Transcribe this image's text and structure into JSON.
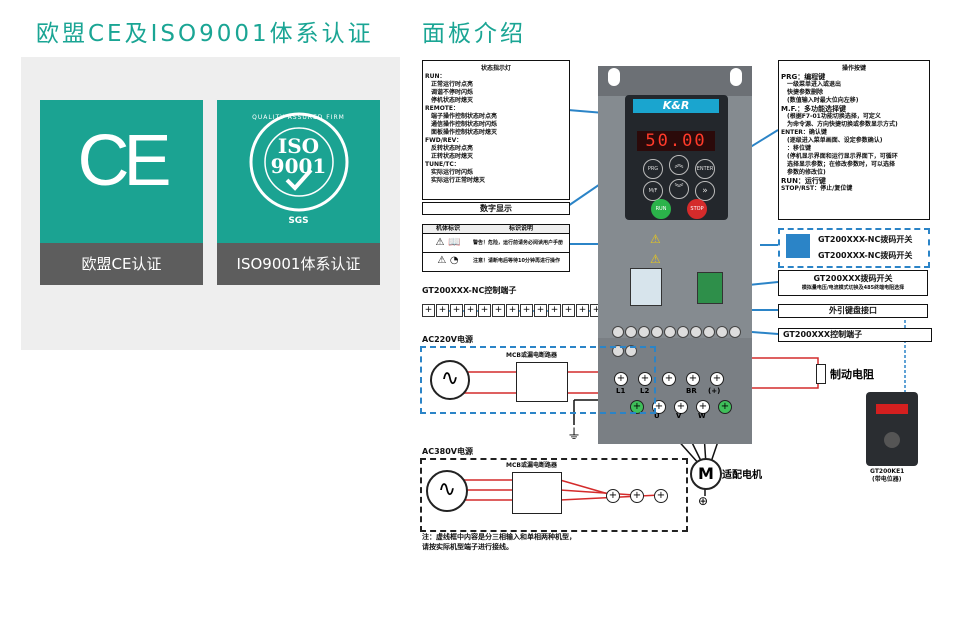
{
  "left_heading": "欧盟CE及ISO9001体系认证",
  "right_heading": "面板介绍",
  "certs": {
    "ce_logo": "CE",
    "ce_caption": "欧盟CE认证",
    "iso_top": "ISO",
    "iso_num": "9001",
    "iso_ring": "QUALITY ASSURED FIRM",
    "iso_sgs": "SGS",
    "iso_caption": "ISO9001体系认证"
  },
  "status_box": {
    "title": "状态指示灯",
    "lines": [
      "RUN：",
      "正常运行时点亮",
      "调谐不停时闪烁",
      "停机状态时熄灭",
      "REMOTE：",
      "端子操作控制状态时点亮",
      "通信操作控制状态时闪烁",
      "面板操作控制状态时熄灭",
      "FWD/REV：",
      "反转状态时点亮",
      "正转状态时熄灭",
      "TUNE/TC：",
      "实际运行时闪烁",
      "实际运行正常时熄灭"
    ]
  },
  "digit_label": "数字显示",
  "warn_box": {
    "col1": "机体标识",
    "col2": "标识说明",
    "row1": "警告！危险，运行前请务必阅读用户手册",
    "row2": "注意！请断电后等待10分钟再进行操作"
  },
  "op_box": {
    "title": "操作按键",
    "lines": [
      "PRG：编程键",
      "一级菜单进入或退出",
      "快捷参数删除",
      "(数值输入时最大位向左移)",
      "M.F.：多功能选择键",
      "(根据F7-01功能切换选择，可定义",
      "为命令源、方向快捷切换或参数显示方式)",
      "ENTER：确认键",
      "(逐级进入菜单画面、设定参数确认)",
      "：移位键",
      "(停机显示界面和运行显示界面下，可循环",
      "选择显示参数；在修改参数时，可以选择",
      "参数的修改位)",
      "RUN：运行键",
      "STOP/RST：停止/复位键"
    ]
  },
  "switch_a": "GT200XXX-NC拨码开关",
  "switch_b": "GT200XXX-NC拨码开关",
  "switch_c": "GT200XXX拨码开关",
  "switch_c_sub": "模拟量电压/电流模式切换及485终端电阻选择",
  "ext_port": "外引键盘接口",
  "ctrl_terminal": "GT200XXX控制端子",
  "nc_terminal": "GT200XXX-NC控制端子",
  "ac220": "AC220V电源",
  "ac380": "AC380V电源",
  "mcb1": "MCB或漏电断路器",
  "mcb2": "MCB或漏电断路器",
  "brake": "制动电阻",
  "motor": "适配电机",
  "motor_sym": "M",
  "keypad_ext": "GT200KE1",
  "keypad_ext2": "(带电位器)",
  "display_value": "50.00",
  "brand": "K&R",
  "note1": "注：虚线框中内容是分三相输入和单相两种机型，",
  "note2": "请按实际机型端子进行接线。",
  "term_labels": {
    "l1": "L1",
    "l2": "L2",
    "br": "BR",
    "plus": "(+)",
    "u": "U",
    "v": "V",
    "w": "W"
  },
  "keys": {
    "prg": "PRG",
    "mf": "M/F",
    "enter": "ENTER",
    "run": "RUN",
    "stop": "STOP"
  },
  "colors": {
    "accent": "#1aa594",
    "blue": "#2b84c7",
    "red": "#d42b2b",
    "green": "#2bb34a"
  }
}
